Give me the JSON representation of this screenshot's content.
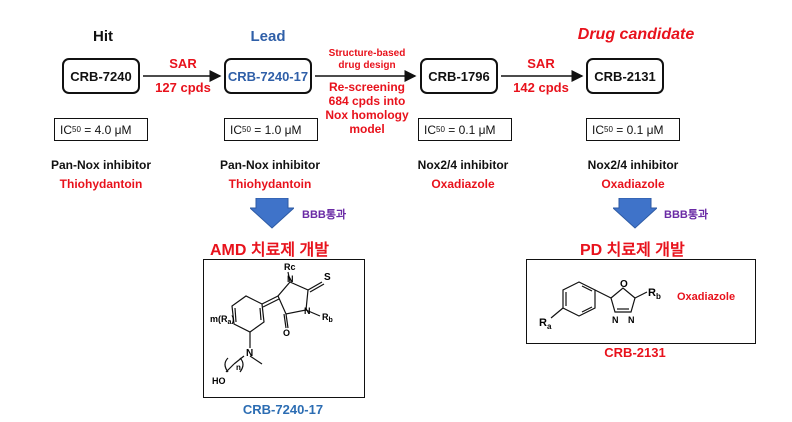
{
  "stages": {
    "hit": "Hit",
    "lead": "Lead",
    "drug_candidate": "Drug candidate"
  },
  "compounds": [
    {
      "name": "CRB-7240",
      "ic50_value": "= 4.0 μM",
      "inhibitor": "Pan-Nox inhibitor",
      "scaffold": "Thiohydantoin"
    },
    {
      "name": "CRB-7240-17",
      "ic50_value": "= 1.0 μM",
      "inhibitor": "Pan-Nox inhibitor",
      "scaffold": "Thiohydantoin"
    },
    {
      "name": "CRB-1796",
      "ic50_value": "= 0.1 μM",
      "inhibitor": "Nox2/4 inhibitor",
      "scaffold": "Oxadiazole"
    },
    {
      "name": "CRB-2131",
      "ic50_value": "= 0.1 μM",
      "inhibitor": "Nox2/4 inhibitor",
      "scaffold": "Oxadiazole"
    }
  ],
  "ic50_prefix": "IC",
  "ic50_sub": "50",
  "arrows": {
    "sar1_top": "SAR",
    "sar1_bottom": "127 cpds",
    "sbdd_top": "Structure-based\ndrug design",
    "sbdd_bottom": "Re-screening\n684 cpds into\nNox homology\nmodel",
    "sar2_top": "SAR",
    "sar2_bottom": "142 cpds"
  },
  "bbb_left": "BBB통과",
  "bbb_right": "BBB통과",
  "dev_left_prefix": "AMD",
  "dev_left_suffix": " 치료제 개발",
  "dev_right_prefix": "PD",
  "dev_right_suffix": " 치료제 개발",
  "structure_left": {
    "name": "CRB-7240-17",
    "labels": {
      "rc": "Rc",
      "s": "S",
      "n1": "N",
      "n2": "N",
      "rb": "R",
      "rb_sub": "b",
      "o": "O",
      "ra": "m(R",
      "ra_sub": "a",
      "ra_close": ")",
      "n3": "N",
      "n_sub": "n",
      "ho": "HO"
    }
  },
  "structure_right": {
    "name": "CRB-2131",
    "scaffold_label": "Oxadiazole",
    "labels": {
      "o": "O",
      "n1": "N",
      "n2": "N",
      "ra": "R",
      "ra_sub": "a",
      "rb": "R",
      "rb_sub": "b"
    }
  },
  "colors": {
    "red": "#e8121c",
    "lead_blue": "#2f5fa8",
    "purple": "#6a2aa5",
    "arrow_blue": "#3f73c9",
    "name_blue": "#2c6db3"
  }
}
